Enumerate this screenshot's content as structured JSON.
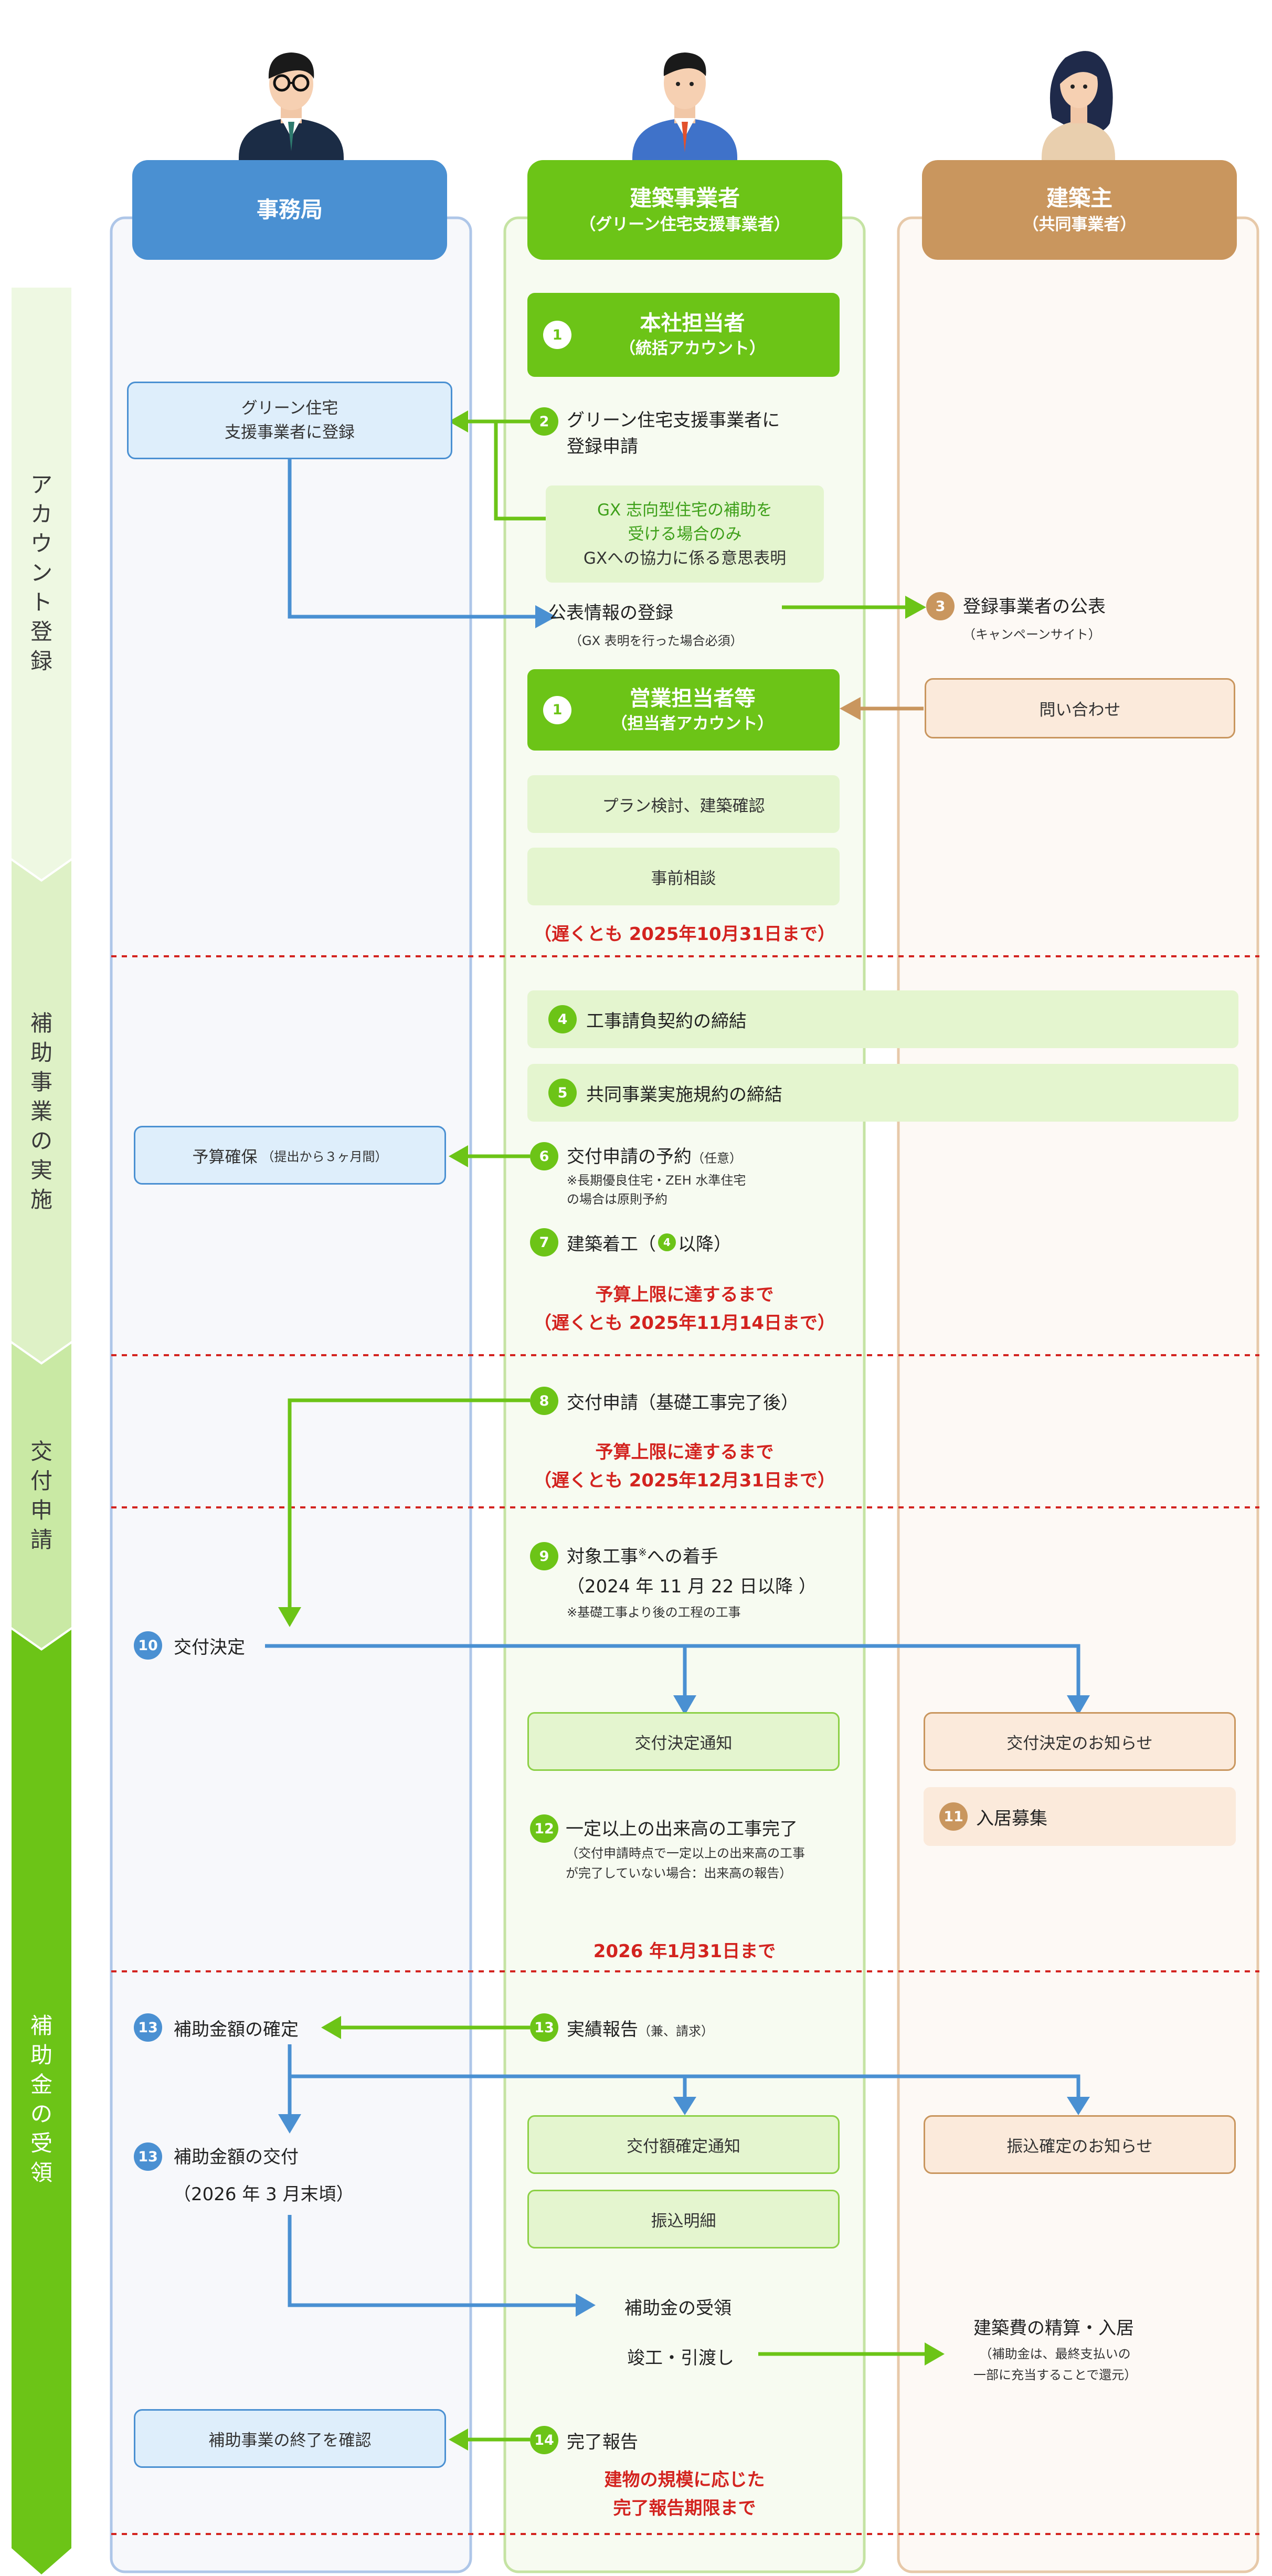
{
  "lanes": {
    "office": {
      "title": "事務局"
    },
    "builder": {
      "title": "建築事業者",
      "sub": "（グリーン住宅支援事業者）"
    },
    "owner": {
      "title": "建築主",
      "sub": "（共同事業者）"
    }
  },
  "phases": [
    "アカウント登録",
    "補助事業の実施",
    "交付申請",
    "補助金の受領"
  ],
  "items": {
    "s1a_title": "本社担当者",
    "s1a_sub": "（統括アカウント）",
    "s1a_num": "1",
    "office_register": "グリーン住宅\n支援事業者に登録",
    "s2_num": "2",
    "s2_text": "グリーン住宅支援事業者に\n登録申請",
    "gx_green": "GX 志向型住宅の補助を\n受ける場合のみ",
    "gx_black": "GXへの協力に係る意思表明",
    "publish_title": "公表情報の登録",
    "publish_sub": "（GX 表明を行った場合必須）",
    "s3_num": "3",
    "s3_title": "登録事業者の公表",
    "s3_sub": "（キャンペーンサイト）",
    "s1b_title": "営業担当者等",
    "s1b_sub": "（担当者アカウント）",
    "s1b_num": "1",
    "inquiry": "問い合わせ",
    "plan": "プラン検討、建築確認",
    "consult": "事前相談",
    "deadline1": "（遅くとも 2025年10月31日まで）",
    "s4_num": "4",
    "s4_text": "工事請負契約の締結",
    "s5_num": "5",
    "s5_text": "共同事業実施規約の締結",
    "budget_title": "予算確保",
    "budget_sub": "（提出から３ヶ月間）",
    "s6_num": "6",
    "s6_title": "交付申請の予約",
    "s6_opt": "（任意）",
    "s6_note": "※長期優良住宅・ZEH 水準住宅\nの場合は原則予約",
    "s7_num": "7",
    "s7_text": "建築着工（",
    "s7_ref": "4",
    "s7_after": "以降）",
    "deadline2": "予算上限に達するまで\n（遅くとも 2025年11月14日まで）",
    "s8_num": "8",
    "s8_text": "交付申請（基礎工事完了後）",
    "deadline3": "予算上限に達するまで\n（遅くとも 2025年12月31日まで）",
    "s9_num": "9",
    "s9_title": "対象工事",
    "s9_mark": "※",
    "s9_title2": "への着手",
    "s9_date": "（2024 年 11 月 22 日以降 ）",
    "s9_note": "※基礎工事より後の工程の工事",
    "s10_num": "10",
    "s10_text": "交付決定",
    "notice_builder": "交付決定通知",
    "notice_owner": "交付決定のお知らせ",
    "s11_num": "11",
    "s11_text": "入居募集",
    "s12_num": "12",
    "s12_title": "一定以上の出来高の工事完了",
    "s12_note": "（交付申請時点で一定以上の出来高の工事\nが完了していない場合：出来高の報告）",
    "deadline4": "2026 年1月31日まで",
    "s13a_num": "13",
    "s13a_text": "補助金額の確定",
    "s13r_num": "13",
    "s13r_title": "実績報告",
    "s13r_sub": "（兼、請求）",
    "s13b_num": "13",
    "s13b_text": "補助金額の交付",
    "s13b_sub": "（2026 年 3 月末頃）",
    "confirm_builder": "交付額確定通知",
    "statement": "振込明細",
    "confirm_owner": "振込確定のお知らせ",
    "receive": "補助金の受領",
    "handover": "竣工・引渡し",
    "settle_title": "建築費の精算・入居",
    "settle_note": "（補助金は、最終支払いの\n一部に充当することで還元）",
    "end_confirm": "補助事業の終了を確認",
    "s14_num": "14",
    "s14_text": "完了報告",
    "deadline5": "建物の規模に応じた\n完了報告期限まで"
  },
  "colors": {
    "green": "#6cc417",
    "blue": "#4a90d2",
    "orange": "#c9965e",
    "red": "#d3231f",
    "light_green": "#e4f5cf",
    "light_blue": "#deeefb",
    "light_orange": "#fbeadb"
  }
}
